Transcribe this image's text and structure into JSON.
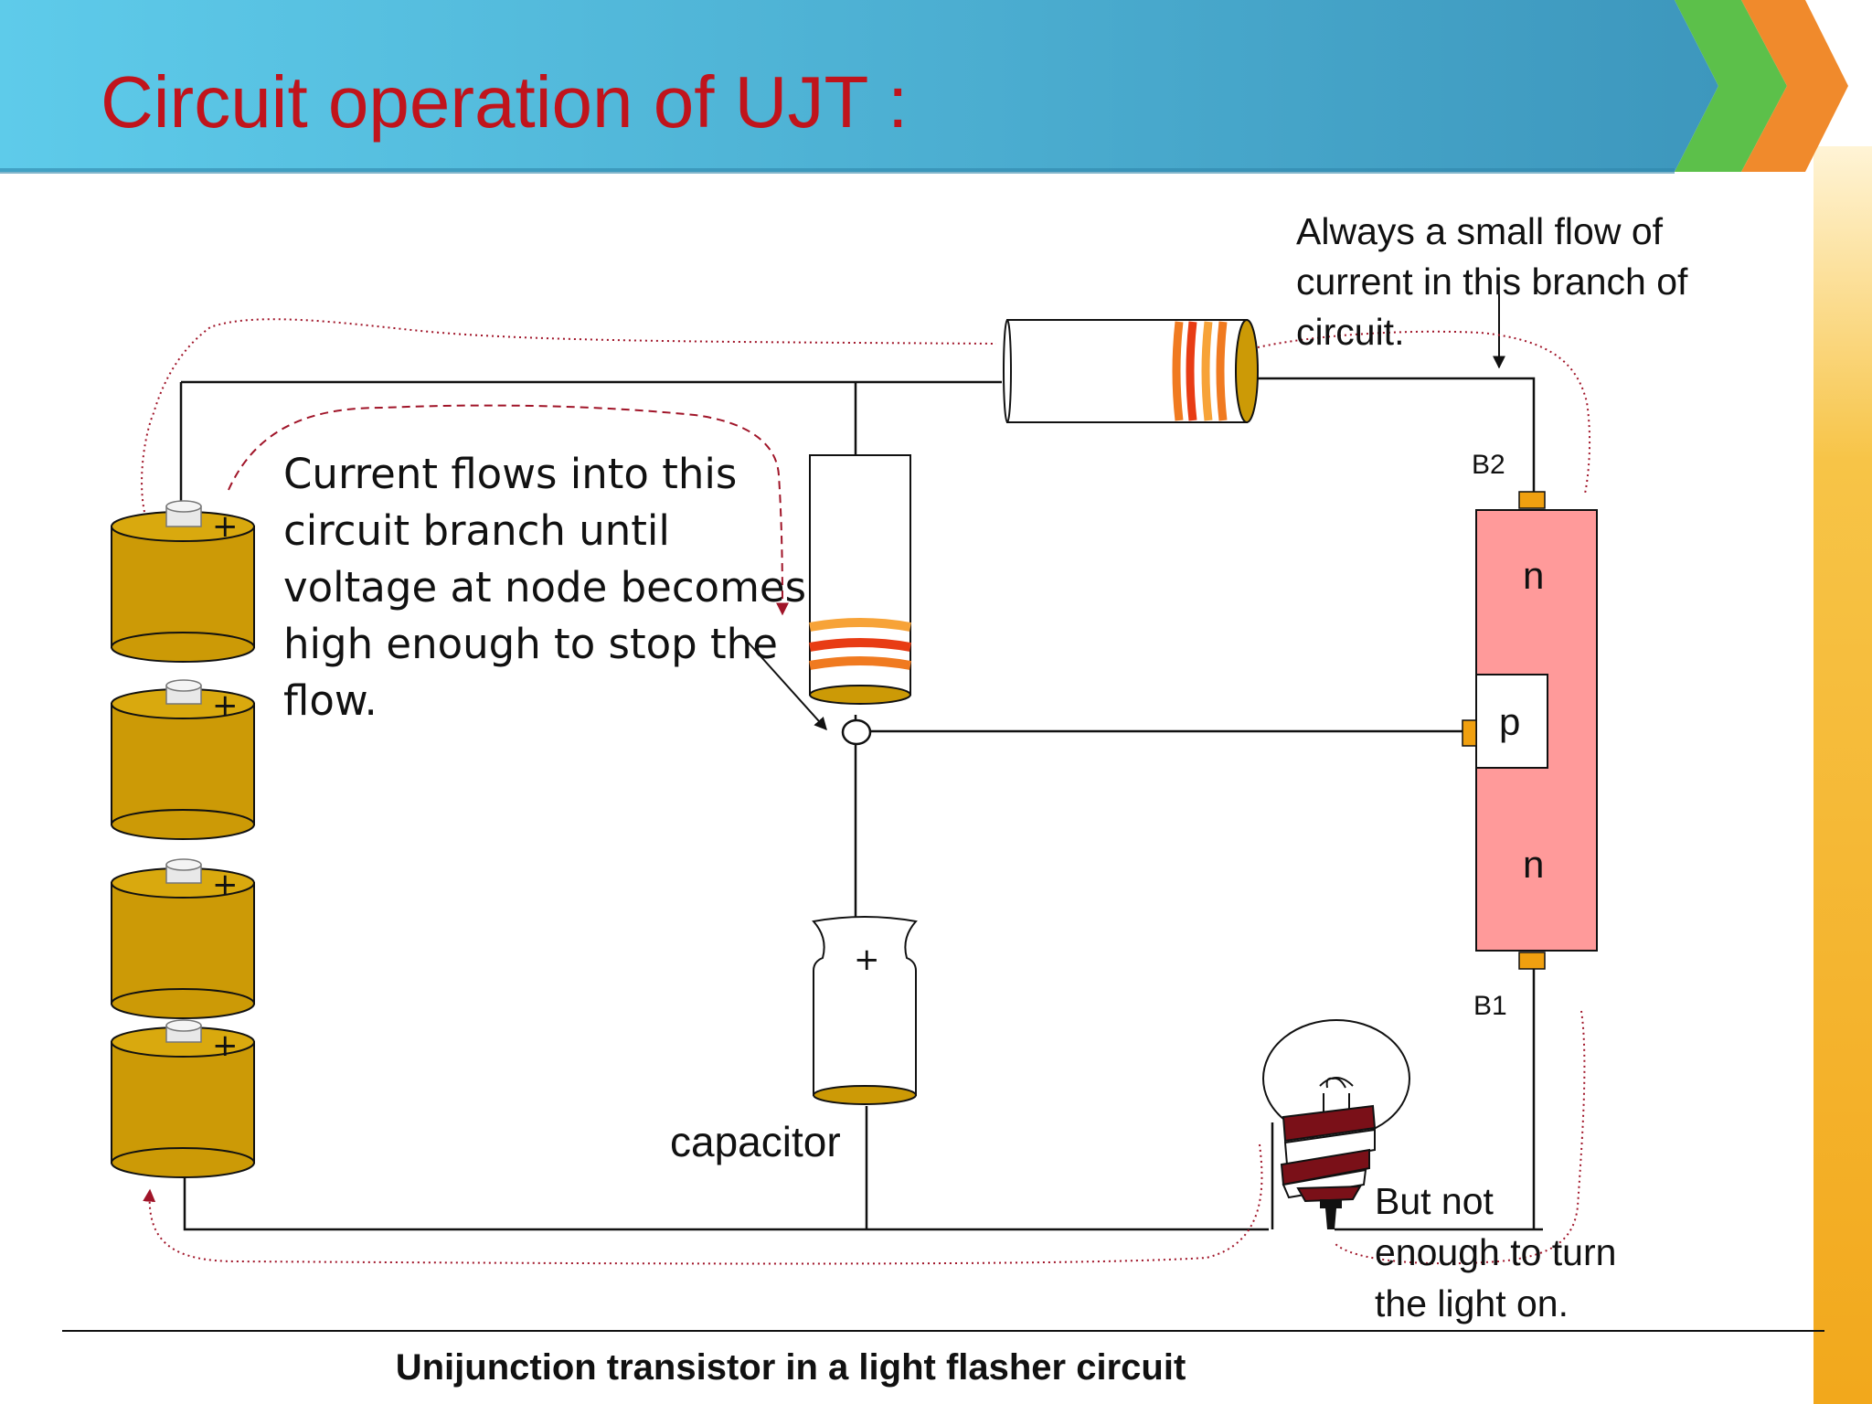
{
  "slide": {
    "title": "Circuit operation of UJT :",
    "caption": "Unijunction transistor in a light flasher circuit"
  },
  "annotations": {
    "resistor_branch": [
      "Always a small flow of",
      "current in this branch of",
      "circuit."
    ],
    "charging_branch": [
      "Current flows into this",
      "circuit branch until",
      "voltage at node becomes",
      "high enough to stop the",
      "flow."
    ],
    "lamp_branch": [
      "But not",
      "enough to turn",
      "the light on."
    ]
  },
  "labels": {
    "capacitor": "capacitor",
    "terminal_b2": "B2",
    "terminal_b1": "B1",
    "region_top": "n",
    "region_middle": "p",
    "region_bottom": "n",
    "polarity": "+"
  },
  "colors": {
    "title": "#c0141c",
    "banner_start": "#5bc8e8",
    "banner_end": "#3f9bc0",
    "accent_green": "#5cc04a",
    "accent_orange": "#f08a2c",
    "side_bar": "#f5b323",
    "battery": "#cc9a06",
    "ujt_body": "#ff9a9a",
    "current_path": "#a01428"
  },
  "icons": {
    "battery": "battery-cell-icon",
    "resistor": "resistor-icon",
    "capacitor": "capacitor-icon",
    "lamp": "light-bulb-icon",
    "ujt": "unijunction-transistor-icon"
  }
}
